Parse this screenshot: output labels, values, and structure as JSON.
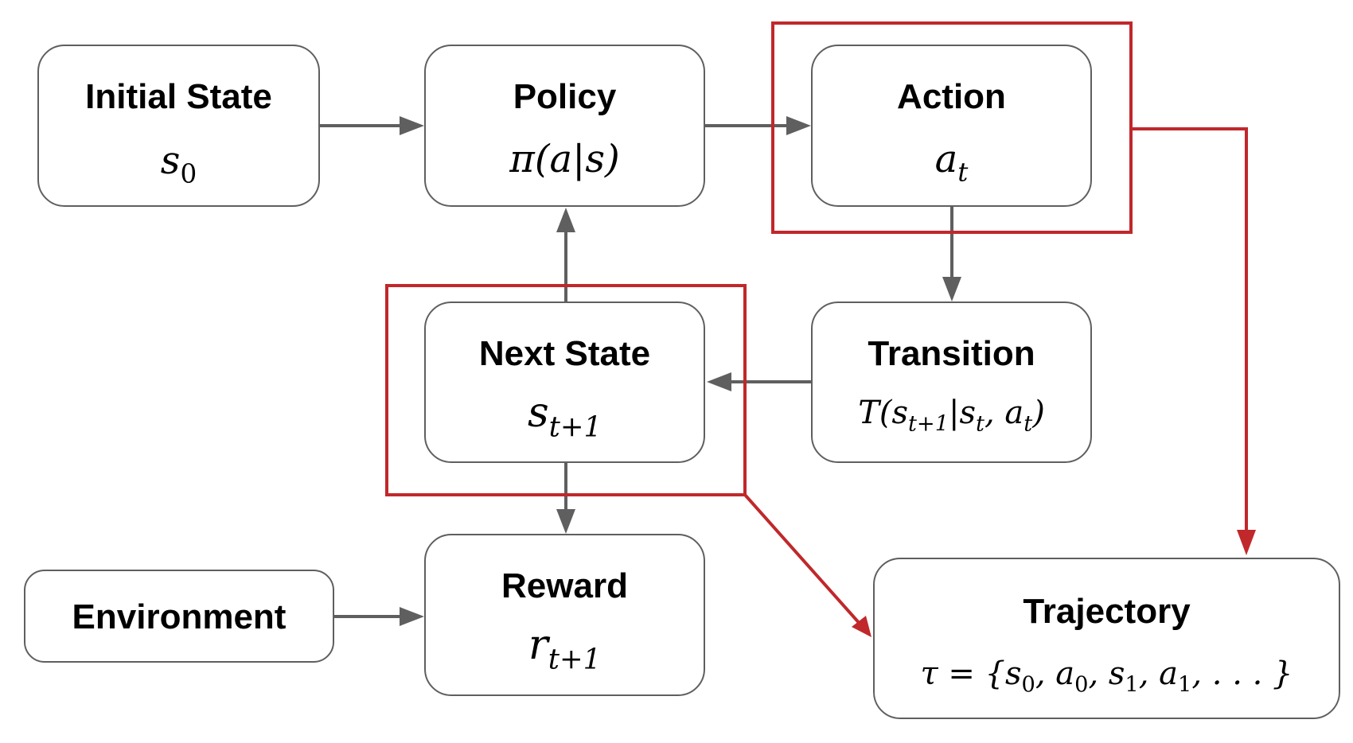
{
  "nodes": {
    "initial_state": {
      "title": "Initial State",
      "math": {
        "sym": "s",
        "sub": "0"
      }
    },
    "policy": {
      "title": "Policy",
      "math": "π(a|s)"
    },
    "action": {
      "title": "Action",
      "math": {
        "sym": "a",
        "sub": "t"
      }
    },
    "next_state": {
      "title": "Next State",
      "math": {
        "sym": "s",
        "sub": "t+1"
      }
    },
    "transition": {
      "title": "Transition",
      "math": {
        "p1": "T(s",
        "sub1": "t+1",
        "p2": "|s",
        "sub2": "t",
        "p3": ", a",
        "sub3": "t",
        "p4": ")"
      }
    },
    "environment": {
      "title": "Environment"
    },
    "reward": {
      "title": "Reward",
      "math": {
        "sym": "r",
        "sub": "t+1"
      }
    },
    "trajectory": {
      "title": "Trajectory",
      "math": {
        "p1": "τ = {s",
        "sub1": "0",
        "p2": ", a",
        "sub2": "0",
        "p3": ", s",
        "sub3": "1",
        "p4": ", a",
        "sub4": "1",
        "p5": ", . . . }"
      }
    }
  },
  "colors": {
    "edge": "#5f5f5f",
    "highlight": "#c0282b",
    "node_border": "#5f5f5f"
  }
}
